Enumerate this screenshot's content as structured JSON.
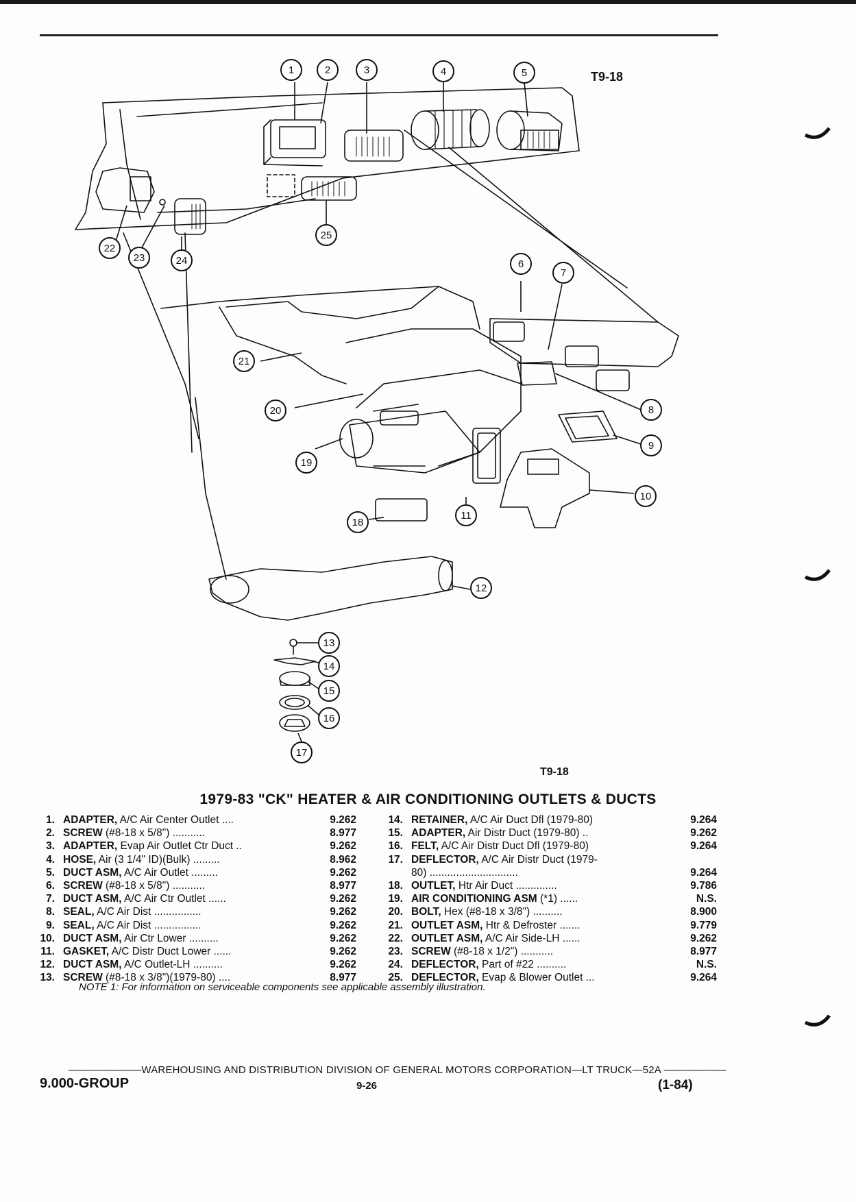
{
  "figure": {
    "code_top": "T9-18",
    "code_bottom": "T9-18",
    "callouts": [
      "1",
      "2",
      "3",
      "4",
      "5",
      "6",
      "7",
      "8",
      "9",
      "10",
      "11",
      "12",
      "13",
      "14",
      "15",
      "16",
      "17",
      "18",
      "19",
      "20",
      "21",
      "22",
      "23",
      "24",
      "25"
    ]
  },
  "title": "1979-83 \"CK\" HEATER & AIR CONDITIONING OUTLETS & DUCTS",
  "parts_left": [
    {
      "num": "1.",
      "name": "ADAPTER,",
      "desc": " A/C Air Center Outlet ....",
      "group": "9.262"
    },
    {
      "num": "2.",
      "name": "SCREW",
      "desc": " (#8-18 x 5/8\") ...........",
      "group": "8.977"
    },
    {
      "num": "3.",
      "name": "ADAPTER,",
      "desc": " Evap Air Outlet Ctr Duct ..",
      "group": "9.262"
    },
    {
      "num": "4.",
      "name": "HOSE,",
      "desc": " Air (3 1/4\" ID)(Bulk) .........",
      "group": "8.962"
    },
    {
      "num": "5.",
      "name": "DUCT ASM,",
      "desc": " A/C Air Outlet .........",
      "group": "9.262"
    },
    {
      "num": "6.",
      "name": "SCREW",
      "desc": " (#8-18 x 5/8\") ...........",
      "group": "8.977"
    },
    {
      "num": "7.",
      "name": "DUCT ASM,",
      "desc": " A/C Air Ctr Outlet ......",
      "group": "9.262"
    },
    {
      "num": "8.",
      "name": "SEAL,",
      "desc": " A/C Air Dist ................",
      "group": "9.262"
    },
    {
      "num": "9.",
      "name": "SEAL,",
      "desc": " A/C Air Dist ................",
      "group": "9.262"
    },
    {
      "num": "10.",
      "name": "DUCT ASM,",
      "desc": " Air Ctr Lower ..........",
      "group": "9.262"
    },
    {
      "num": "11.",
      "name": "GASKET,",
      "desc": " A/C Distr Duct Lower ......",
      "group": "9.262"
    },
    {
      "num": "12.",
      "name": "DUCT ASM,",
      "desc": " A/C Outlet-LH ..........",
      "group": "9.262"
    },
    {
      "num": "13.",
      "name": "SCREW",
      "desc": " (#8-18 x 3/8\")(1979-80) ....",
      "group": "8.977"
    }
  ],
  "parts_right": [
    {
      "num": "14.",
      "name": "RETAINER,",
      "desc": " A/C Air Duct Dfl (1979-80)",
      "group": "9.264"
    },
    {
      "num": "15.",
      "name": "ADAPTER,",
      "desc": " Air Distr Duct (1979-80) ..",
      "group": "9.262"
    },
    {
      "num": "16.",
      "name": "FELT,",
      "desc": " A/C Air Distr Duct Dfl (1979-80)",
      "group": "9.264"
    },
    {
      "num": "17.",
      "name": "DEFLECTOR,",
      "desc": " A/C Air Distr Duct (1979-",
      "group": ""
    },
    {
      "num": "",
      "name": "",
      "desc": "80) ..............................",
      "group": "9.264"
    },
    {
      "num": "18.",
      "name": "OUTLET,",
      "desc": " Htr Air Duct ..............",
      "group": "9.786"
    },
    {
      "num": "19.",
      "name": "AIR CONDITIONING ASM",
      "desc": " (*1) ......",
      "group": "N.S."
    },
    {
      "num": "20.",
      "name": "BOLT,",
      "desc": " Hex (#8-18 x 3/8\") ..........",
      "group": "8.900"
    },
    {
      "num": "21.",
      "name": "OUTLET ASM,",
      "desc": " Htr & Defroster .......",
      "group": "9.779"
    },
    {
      "num": "22.",
      "name": "OUTLET ASM,",
      "desc": " A/C Air Side-LH ......",
      "group": "9.262"
    },
    {
      "num": "23.",
      "name": "SCREW",
      "desc": " (#8-18 x 1/2\") ...........",
      "group": "8.977"
    },
    {
      "num": "24.",
      "name": "DEFLECTOR,",
      "desc": " Part of #22 ..........",
      "group": "N.S."
    },
    {
      "num": "25.",
      "name": "DEFLECTOR,",
      "desc": " Evap & Blower Outlet ...",
      "group": "9.264"
    }
  ],
  "note": "NOTE 1: For information on serviceable components see applicable assembly illustration.",
  "footer": {
    "division": "WAREHOUSING AND DISTRIBUTION  DIVISION OF GENERAL MOTORS CORPORATION—LT TRUCK—52A",
    "group": "9.000-GROUP",
    "page": "9-26",
    "date": "(1-84)"
  }
}
